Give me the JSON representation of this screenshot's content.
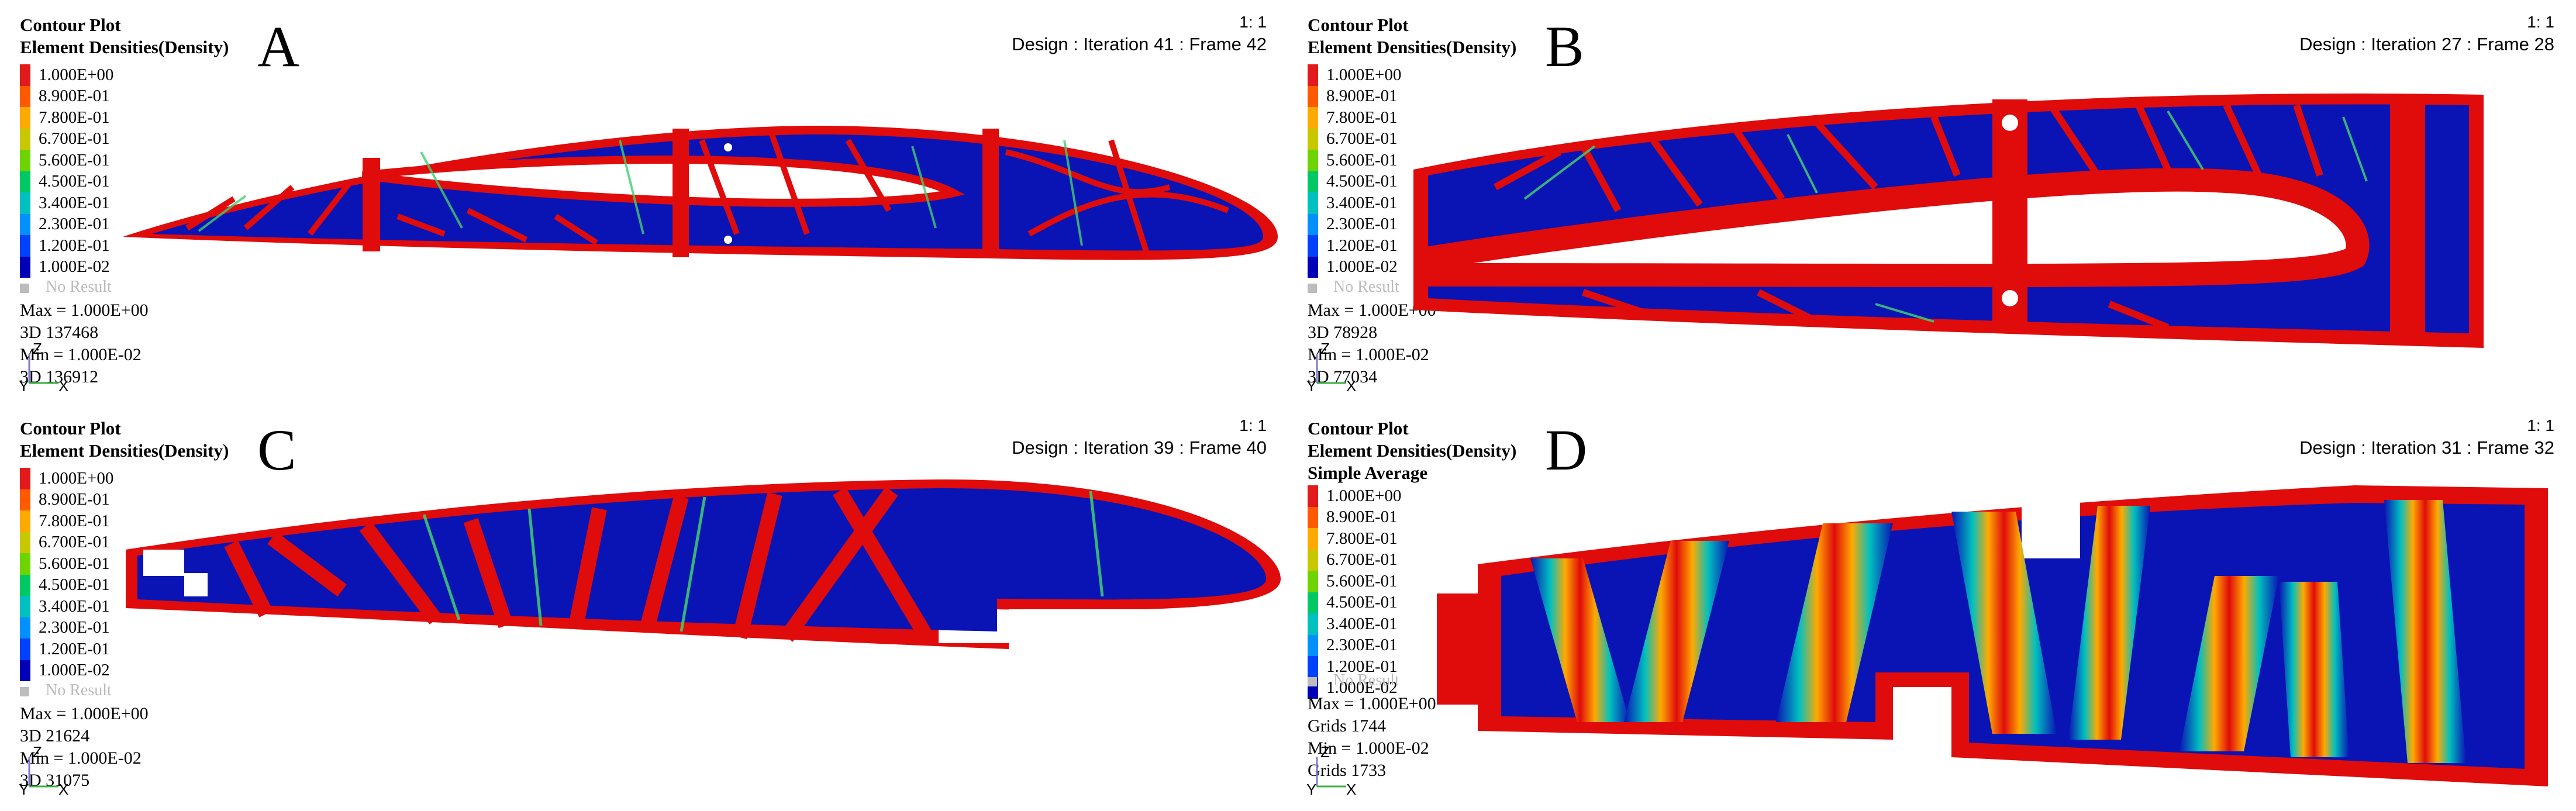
{
  "panels": {
    "a": {
      "title_line1": "Contour Plot",
      "title_line2": "Element Densities(Density)",
      "letter": "A",
      "scale": "1: 1",
      "design": "Design : Iteration 41 : Frame 42",
      "legend": [
        "1.000E+00",
        "8.900E-01",
        "7.800E-01",
        "6.700E-01",
        "5.600E-01",
        "4.500E-01",
        "3.400E-01",
        "2.300E-01",
        "1.200E-01",
        "1.000E-02"
      ],
      "no_result": "No Result",
      "max_line": "Max =  1.000E+00",
      "max_id": "3D 137468",
      "min_line": "Min =  1.000E-02",
      "min_id": "3D 136912"
    },
    "b": {
      "title_line1": "Contour Plot",
      "title_line2": "Element Densities(Density)",
      "letter": "B",
      "scale": "1: 1",
      "design": "Design : Iteration 27 : Frame 28",
      "legend": [
        "1.000E+00",
        "8.900E-01",
        "7.800E-01",
        "6.700E-01",
        "5.600E-01",
        "4.500E-01",
        "3.400E-01",
        "2.300E-01",
        "1.200E-01",
        "1.000E-02"
      ],
      "no_result": "No Result",
      "max_line": "Max =  1.000E+00",
      "max_id": "3D 78928",
      "min_line": "Min =  1.000E-02",
      "min_id": "3D 77034"
    },
    "c": {
      "title_line1": "Contour Plot",
      "title_line2": "Element Densities(Density)",
      "letter": "C",
      "scale": "1: 1",
      "design": "Design : Iteration 39 : Frame 40",
      "legend": [
        "1.000E+00",
        "8.900E-01",
        "7.800E-01",
        "6.700E-01",
        "5.600E-01",
        "4.500E-01",
        "3.400E-01",
        "2.300E-01",
        "1.200E-01",
        "1.000E-02"
      ],
      "no_result": "No Result",
      "max_line": "Max =  1.000E+00",
      "max_id": "3D 21624",
      "min_line": "Min =  1.000E-02",
      "min_id": "3D 31075"
    },
    "d": {
      "title_line1": "Contour Plot",
      "title_line2": "Element Densities(Density)",
      "title_line3": "Simple Average",
      "letter": "D",
      "scale": "1: 1",
      "design": "Design : Iteration 31 : Frame 32",
      "legend": [
        "1.000E+00",
        "8.900E-01",
        "7.800E-01",
        "6.700E-01",
        "5.600E-01",
        "4.500E-01",
        "3.400E-01",
        "2.300E-01",
        "1.200E-01",
        "1.000E-02"
      ],
      "no_result": "No Result",
      "max_line": "Max =  1.000E+00",
      "max_id": "Grids 1744",
      "min_line": "Min =  1.000E-02",
      "min_id": "Grids 1733"
    }
  },
  "axis_labels": {
    "z": "Z",
    "y": "Y",
    "x": "X"
  },
  "colors": {
    "legend_scale": [
      "#e31a1c",
      "#ff5a00",
      "#ffaa00",
      "#c8c800",
      "#6ed400",
      "#00c864",
      "#00c0c0",
      "#0090ff",
      "#0040ff",
      "#0000b8"
    ],
    "solid": "#e00b0b",
    "void": "#0a14b4",
    "no_result": "#bcbcbc"
  }
}
